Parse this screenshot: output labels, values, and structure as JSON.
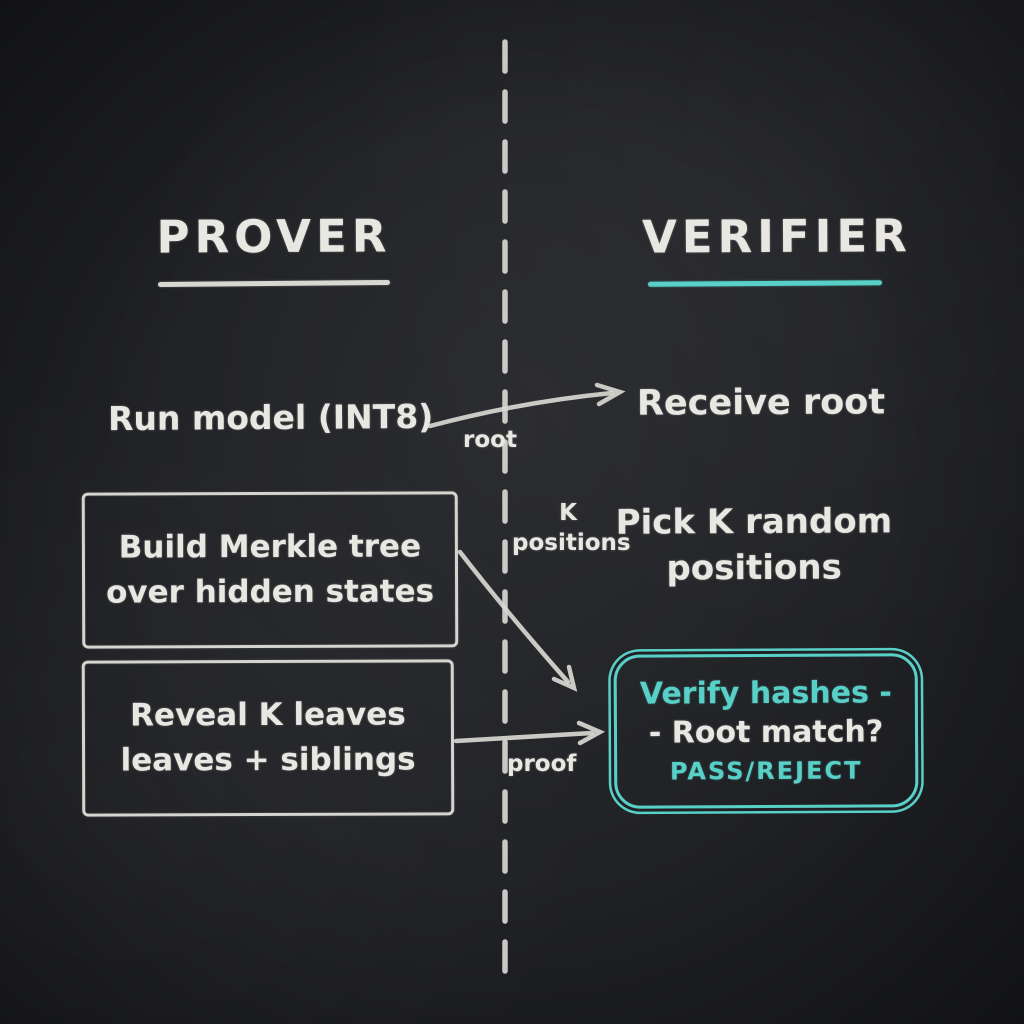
{
  "diagram": {
    "prover": {
      "title": "PROVER",
      "step_run_model": "Run model (INT8)",
      "merkle_box": {
        "line1": "Build Merkle tree",
        "line2": "over hidden states"
      },
      "reveal_box": {
        "line1": "Reveal K leaves",
        "line2": "leaves + siblings"
      }
    },
    "verifier": {
      "title": "VERIFIER",
      "step_receive_root": "Receive root",
      "step_pick_k": {
        "line1": "Pick K random",
        "line2": "positions"
      },
      "verify_box": {
        "line1": "Verify hashes -",
        "line2": "- Root match?",
        "line3": "PASS/REJECT"
      }
    },
    "arrow_labels": {
      "root": "root",
      "k_positions_line1": "K",
      "k_positions_line2": "positions",
      "proof": "proof"
    },
    "colors": {
      "background": "#202125",
      "chalk": "#e9e7e1",
      "teal": "#58d0c7"
    }
  }
}
